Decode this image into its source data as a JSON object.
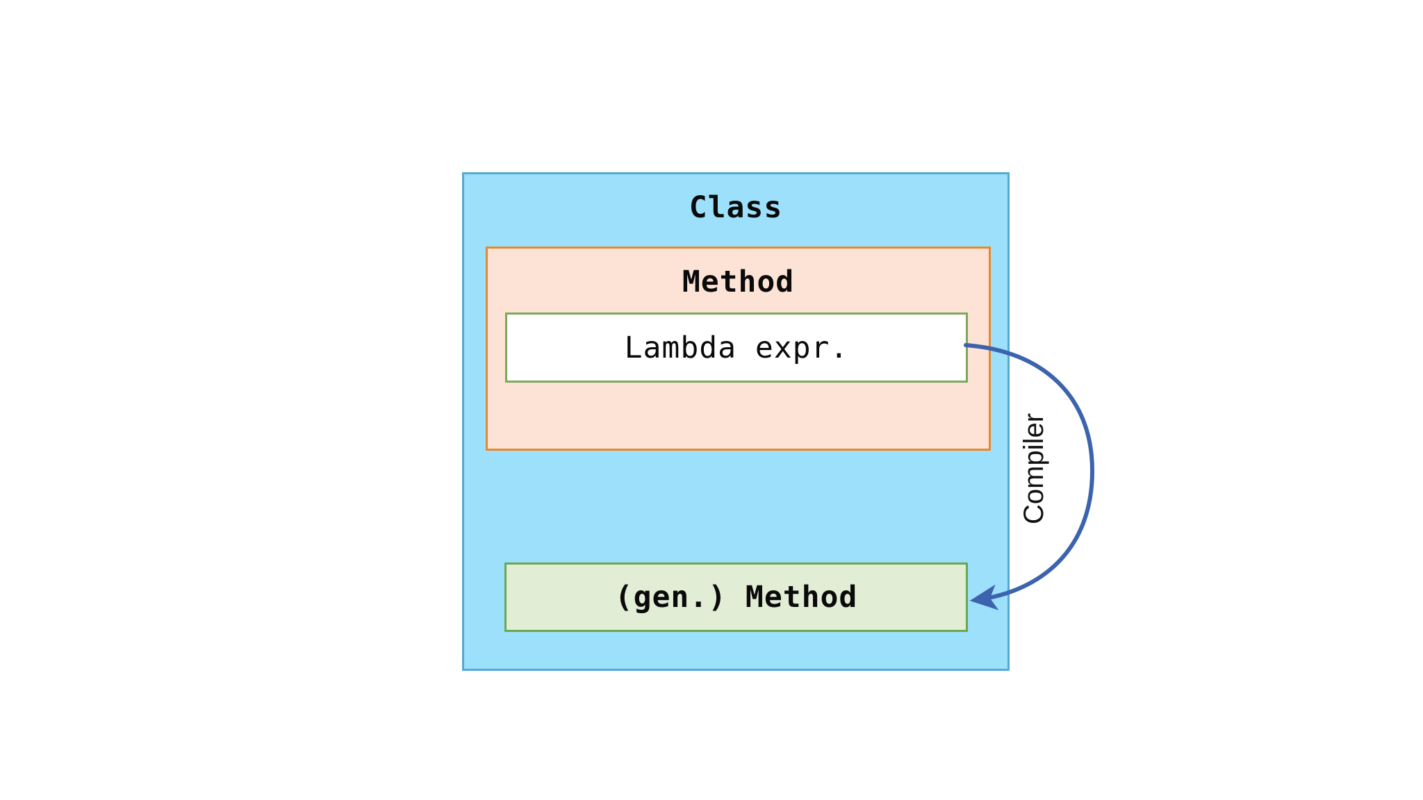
{
  "diagram": {
    "title_semantic": "java-lambda-compilation-diagram",
    "class_box": {
      "label": "Class",
      "fill_color": "#9ce0fc",
      "border_color": "#55a9d3"
    },
    "method_box": {
      "label": "Method",
      "fill_color": "#fce3d5",
      "border_color": "#e8882e"
    },
    "lambda_box": {
      "label": "Lambda expr.",
      "fill_color": "#ffffff",
      "border_color": "#7ba85a"
    },
    "generated_method_box": {
      "label": "(gen.) Method",
      "fill_color": "#e2edd5",
      "border_color": "#6aa84f"
    },
    "arrow": {
      "label": "Compiler",
      "color": "#3c63ad",
      "direction": "from-lambda-expr-to-generated-method"
    },
    "background_color": "#ffffff"
  }
}
